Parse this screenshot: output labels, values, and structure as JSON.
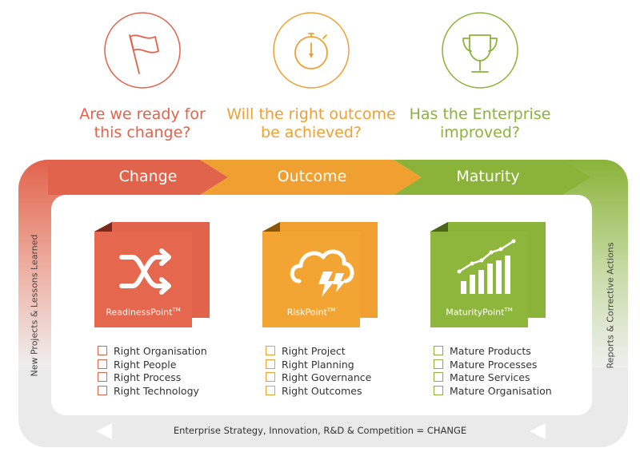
{
  "colors": {
    "change": "#e2634b",
    "outcome": "#f0a030",
    "maturity": "#8bb339",
    "loop_gray": "#e9e9e9",
    "text": "#333333"
  },
  "questions": [
    {
      "icon": "flag-icon",
      "line1": "Are we ready for",
      "line2": "this change?"
    },
    {
      "icon": "stopwatch-icon",
      "line1": "Will the right outcome",
      "line2": "be achieved?"
    },
    {
      "icon": "trophy-icon",
      "line1": "Has the Enterprise",
      "line2": "improved?"
    }
  ],
  "stages": [
    {
      "label": "Change"
    },
    {
      "label": "Outcome"
    },
    {
      "label": "Maturity"
    }
  ],
  "products": [
    {
      "icon": "shuffle-icon",
      "name": "ReadinessPoint",
      "tm": "TM",
      "items": [
        "Right Organisation",
        "Right People",
        "Right Process",
        "Right Technology"
      ]
    },
    {
      "icon": "cloud-lightning-icon",
      "name": "RiskPoint",
      "tm": "TM",
      "items": [
        "Right Project",
        "Right Planning",
        "Right Governance",
        "Right Outcomes"
      ]
    },
    {
      "icon": "bar-chart-icon",
      "name": "MaturityPoint",
      "tm": "TM",
      "items": [
        "Mature Products",
        "Mature Processes",
        "Mature Services",
        "Mature Organisation"
      ]
    }
  ],
  "left_label": "New Projects & Lessons Learned",
  "right_label": "Reports & Corrective Actions",
  "bottom_label": "Enterprise Strategy, Innovation, R&D & Competition = CHANGE"
}
